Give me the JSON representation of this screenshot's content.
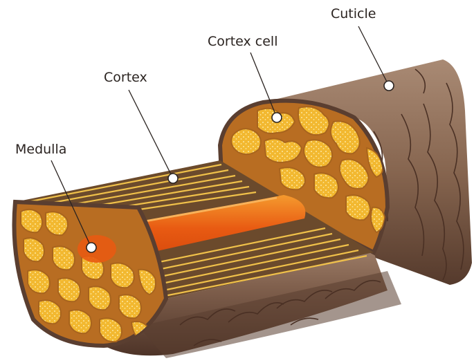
{
  "labels": {
    "cuticle": "Cuticle",
    "cortex_cell": "Cortex cell",
    "cortex": "Cortex",
    "medulla": "Medulla"
  },
  "colors": {
    "cuticle_dark": "#5a3e30",
    "cuticle_mid": "#7f5f4c",
    "cuticle_light": "#9a7a65",
    "cell_fill": "#f2b830",
    "cell_outline": "#a8641d",
    "cell_gap": "#b86d22",
    "fiber_light": "#f0c14a",
    "fiber_dark": "#6b4a2c",
    "medulla": "#e85a12",
    "medulla_glow": "#f59a2e",
    "text": "#2a2320"
  }
}
